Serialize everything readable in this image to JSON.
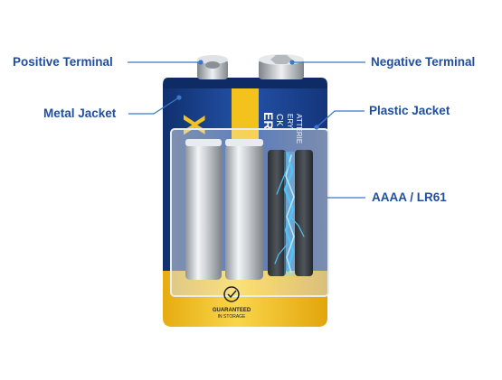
{
  "labels": {
    "positive_terminal": "Positive Terminal",
    "negative_terminal": "Negative Terminal",
    "metal_jacket": "Metal Jacket",
    "plastic_jacket": "Plastic Jacket",
    "cell_type": "AAAA / LR61"
  },
  "battery": {
    "brand_fragment": "X",
    "side_text_1": "ER",
    "side_text_2": "CK",
    "side_text_3": "ERY",
    "side_text_4": "ATTERIE",
    "badge_line_1": "GUARANTEED",
    "badge_line_2": "IN STORAGE"
  },
  "colors": {
    "label_text": "#1f4e9e",
    "leader_line": "#3a78c9",
    "battery_blue": "#1b3f8f",
    "battery_yellow": "#f4c21c",
    "spark": "#4fc3f7"
  }
}
